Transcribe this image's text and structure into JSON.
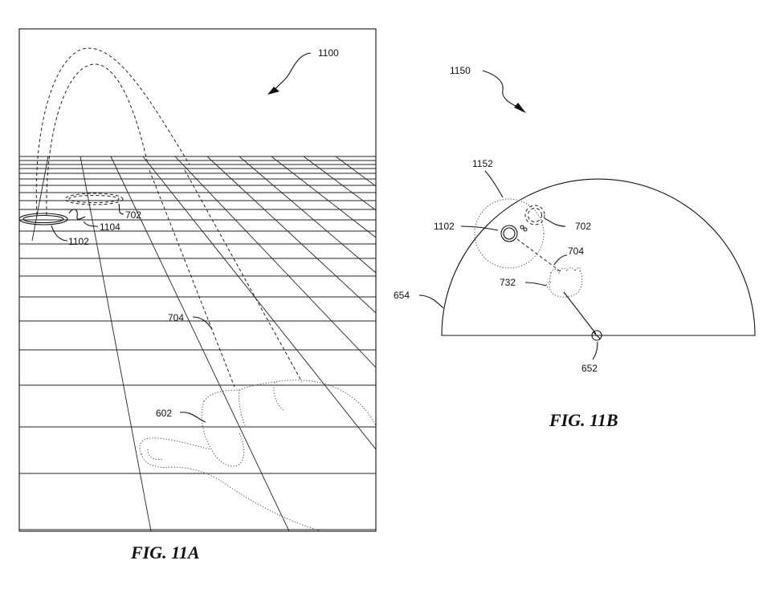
{
  "figure_a": {
    "caption": "FIG. 11A",
    "labels": {
      "view": "1100",
      "target": "702",
      "indicator": "1104",
      "object": "1102",
      "ray": "704",
      "hand": "602"
    }
  },
  "figure_b": {
    "caption": "FIG. 11B",
    "labels": {
      "view": "1150",
      "region": "1152",
      "object": "1102",
      "target": "702",
      "ray": "704",
      "hand": "732",
      "boundary": "654",
      "origin": "652"
    }
  }
}
